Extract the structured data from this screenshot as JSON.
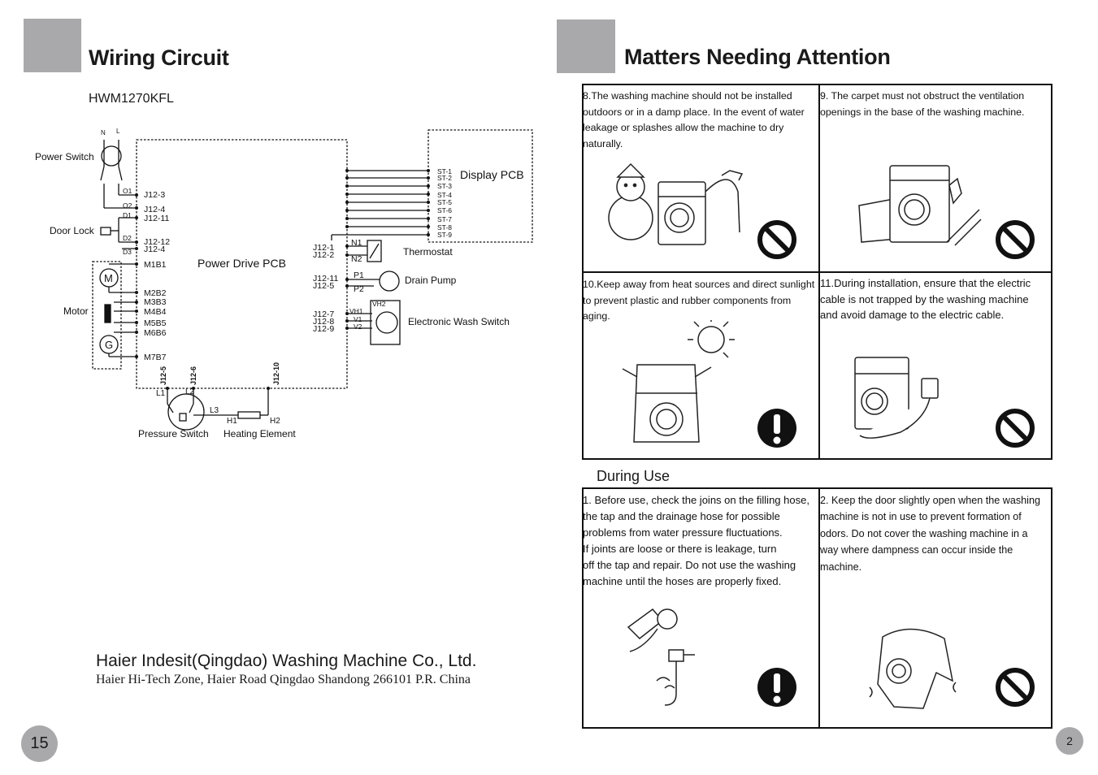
{
  "left_page": {
    "title": "Wiring Circuit",
    "model": "HWM1270KFL",
    "diagram": {
      "top_labels": [
        "N",
        "L"
      ],
      "component_labels": [
        "Power Switch",
        "Door Lock",
        "Motor",
        "Power Drive PCB",
        "Display PCB",
        "Thermostat",
        "Drain Pump",
        "Electronic Wash Switch",
        "Pressure Switch",
        "Heating Element"
      ],
      "terminal_labels": [
        "O1",
        "O2",
        "D1",
        "D2",
        "D3",
        "J12-3",
        "J12-4",
        "J12-11",
        "J12-12",
        "J12-4",
        "M1B1",
        "M2B2",
        "M3B3",
        "M4B4",
        "M5B5",
        "M6B6",
        "M7B7",
        "J12-1",
        "J12-2",
        "N1",
        "N2",
        "J12-11",
        "J12-5",
        "P1",
        "P2",
        "J12-7",
        "J12-8",
        "J12-9",
        "VH1",
        "V1",
        "V2",
        "VH2",
        "J12-5",
        "J12-6",
        "J12-10",
        "L1",
        "L2",
        "L3",
        "H1",
        "H2",
        "M",
        "G"
      ],
      "display_pins": [
        "ST-1",
        "ST-2",
        "ST-3",
        "ST-4",
        "ST-5",
        "ST-6",
        "ST-7",
        "ST-8",
        "ST-9"
      ]
    },
    "company_name": "Haier Indesit(Qingdao) Washing Machine Co., Ltd.",
    "company_address": "Haier Hi-Tech Zone, Haier Road Qingdao Shandong 266101 P.R. China",
    "page_number": "15"
  },
  "right_page": {
    "title": "Matters Needing Attention",
    "attention_items": [
      {
        "lines": [
          "8.The washing machine should not be installed",
          "outdoors or in a damp place. In the event of water",
          "leakage or splashes allow the machine to dry",
          "naturally."
        ],
        "symbol": "prohibited-icon",
        "illustration": "snowman-washer"
      },
      {
        "lines": [
          "9. The carpet must not obstruct the ventilation",
          "openings in the base of the washing machine."
        ],
        "symbol": "prohibited-icon",
        "illustration": "washer-on-carpet"
      },
      {
        "lines": [
          "10.Keep away from heat sources and direct sunlight",
          "to prevent plastic and rubber components from",
          "aging."
        ],
        "symbol": "exclamation-icon",
        "illustration": "washer-sun"
      },
      {
        "lines": [
          "11.During installation, ensure that the electric",
          "cable is not trapped by the washing machine",
          "and avoid damage to the electric cable."
        ],
        "symbol": "prohibited-icon",
        "illustration": "washer-cable"
      }
    ],
    "during_use_title": "During Use",
    "during_use_items": [
      {
        "lines": [
          "1. Before use, check the joins on the filling hose,",
          "the tap and the drainage hose for possible",
          "problems from water pressure fluctuations.",
          "If joints are loose or there is leakage, turn",
          "off the tap and repair. Do not use the washing",
          "machine until the hoses are properly fixed."
        ],
        "symbol": "exclamation-icon",
        "illustration": "hose-tap"
      },
      {
        "lines": [
          "2. Keep the door slightly open when the washing",
          "machine is not in use to prevent formation of",
          "odors. Do not cover the washing machine in a",
          "way where dampness can occur inside the",
          "machine."
        ],
        "symbol": "prohibited-icon",
        "illustration": "covered-washer"
      }
    ],
    "page_number": "2"
  }
}
